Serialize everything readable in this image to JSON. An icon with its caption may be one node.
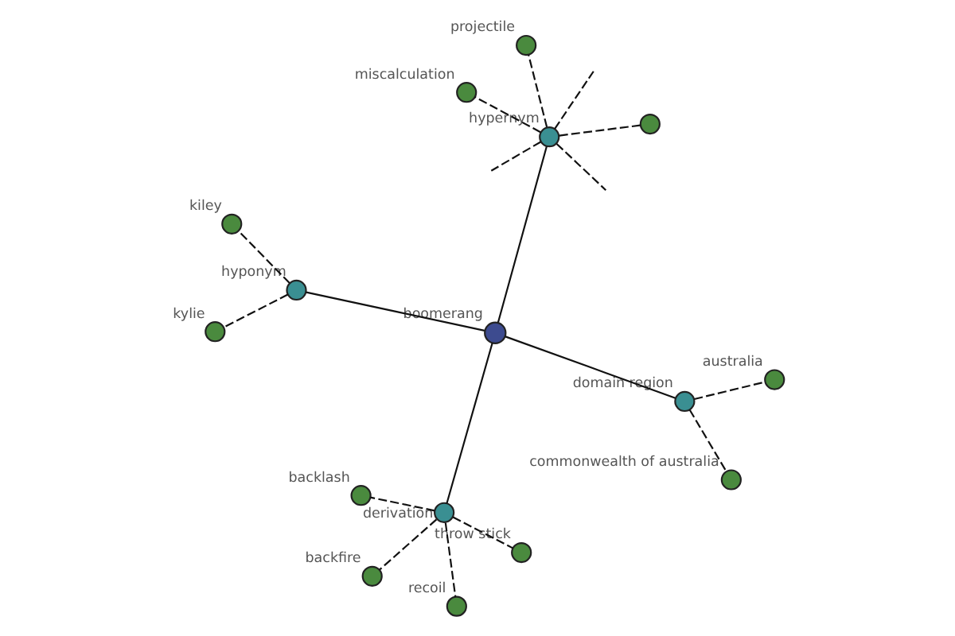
{
  "diagram": {
    "nodes": [
      {
        "text": [
          "boomerang"
        ]
      },
      {
        "text": [
          "hypernym"
        ]
      },
      {
        "text": [
          "domain region"
        ]
      },
      {
        "text": [
          "derivation"
        ]
      },
      {
        "text": [
          "hyponym"
        ]
      },
      {
        "text": [
          "miscalculation"
        ]
      },
      {
        "text": [
          "projectile"
        ]
      },
      {
        "text": [],
        "shape": "circle"
      },
      {
        "text": [
          "commonwealth of australia"
        ]
      },
      {
        "text": [
          "australia"
        ]
      },
      {
        "text": [
          "throw stick"
        ]
      },
      {
        "text": [
          "backlash"
        ]
      },
      {
        "text": [
          "recoil"
        ]
      },
      {
        "text": [
          "backfire"
        ]
      },
      {
        "text": [
          "kylie"
        ]
      },
      {
        "text": [
          "kiley"
        ]
      }
    ],
    "edges": [
      {
        "from": 0,
        "to": 1,
        "arrow": "none"
      },
      {
        "from": 0,
        "to": 2,
        "arrow": "none"
      },
      {
        "from": 0,
        "to": 3,
        "arrow": "none"
      },
      {
        "from": 0,
        "to": 4,
        "arrow": "none"
      },
      {
        "from": 1,
        "to": 5,
        "arrow": "none",
        "style": "dashed"
      },
      {
        "from": 1,
        "to": 6,
        "arrow": "none",
        "style": "dashed"
      },
      {
        "from": 1,
        "to": 7,
        "arrow": "none",
        "style": "dashed"
      },
      {
        "from": 1,
        "to": null,
        "arrow": "none",
        "style": "dashed"
      },
      {
        "from": 1,
        "to": null,
        "arrow": "none",
        "style": "dashed"
      },
      {
        "from": 1,
        "to": null,
        "arrow": "none",
        "style": "dashed"
      },
      {
        "from": 2,
        "to": 8,
        "arrow": "none",
        "style": "dashed"
      },
      {
        "from": 2,
        "to": 9,
        "arrow": "none",
        "style": "dashed"
      },
      {
        "from": 3,
        "to": 10,
        "arrow": "none",
        "style": "dashed"
      },
      {
        "from": 3,
        "to": 11,
        "arrow": "none",
        "style": "dashed"
      },
      {
        "from": 3,
        "to": 12,
        "arrow": "none",
        "style": "dashed"
      },
      {
        "from": 3,
        "to": 13,
        "arrow": "none",
        "style": "dashed"
      },
      {
        "from": 4,
        "to": 14,
        "arrow": "none",
        "style": "dashed"
      },
      {
        "from": 4,
        "to": 15,
        "arrow": "none",
        "style": "dashed"
      }
    ]
  }
}
